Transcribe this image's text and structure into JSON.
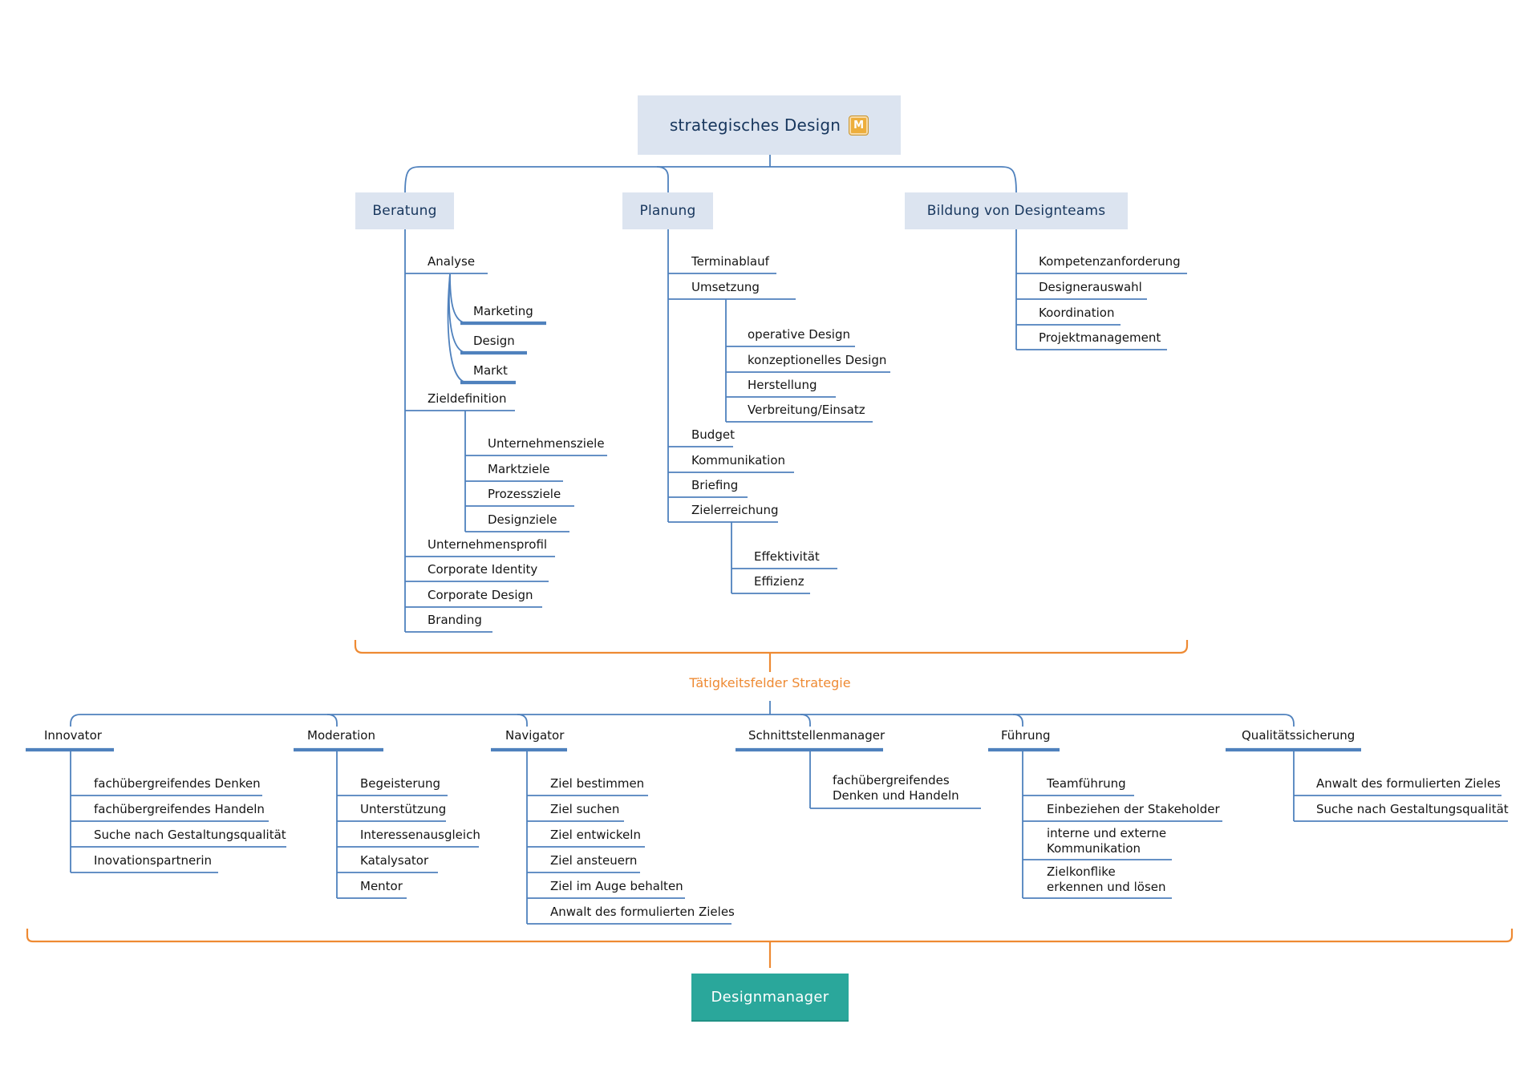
{
  "root": {
    "label": "strategisches Design",
    "badge": "M"
  },
  "top_branches": [
    {
      "label": "Beratung",
      "topics": [
        {
          "label": "Analyse",
          "children": [
            {
              "label": "Marketing"
            },
            {
              "label": "Design"
            },
            {
              "label": "Markt"
            }
          ]
        },
        {
          "label": "Zieldefinition",
          "children": [
            {
              "label": "Unternehmensziele"
            },
            {
              "label": "Marktziele"
            },
            {
              "label": "Prozessziele"
            },
            {
              "label": "Designziele"
            }
          ]
        },
        {
          "label": "Unternehmensprofil"
        },
        {
          "label": "Corporate Identity"
        },
        {
          "label": "Corporate Design"
        },
        {
          "label": "Branding"
        }
      ]
    },
    {
      "label": "Planung",
      "topics": [
        {
          "label": "Terminablauf"
        },
        {
          "label": "Umsetzung",
          "children": [
            {
              "label": "operative Design"
            },
            {
              "label": "konzeptionelles Design"
            },
            {
              "label": "Herstellung"
            },
            {
              "label": "Verbreitung/Einsatz"
            }
          ]
        },
        {
          "label": "Budget"
        },
        {
          "label": "Kommunikation"
        },
        {
          "label": "Briefing"
        },
        {
          "label": "Zielerreichung",
          "children": [
            {
              "label": "Effektivität"
            },
            {
              "label": "Effizienz"
            }
          ]
        }
      ]
    },
    {
      "label": "Bildung von Designteams",
      "topics": [
        {
          "label": "Kompetenzanforderung"
        },
        {
          "label": "Designerauswahl"
        },
        {
          "label": "Koordination"
        },
        {
          "label": "Projektmanagement"
        }
      ]
    }
  ],
  "divider": {
    "label": "Tätigkeitsfelder Strategie"
  },
  "roles": [
    {
      "label": "Innovator",
      "items": [
        {
          "label": "fachübergreifendes Denken"
        },
        {
          "label": "fachübergreifendes Handeln"
        },
        {
          "label": "Suche nach Gestaltungsqualität"
        },
        {
          "label": "Inovationspartnerin"
        }
      ]
    },
    {
      "label": "Moderation",
      "items": [
        {
          "label": "Begeisterung"
        },
        {
          "label": "Unterstützung"
        },
        {
          "label": "Interessenausgleich"
        },
        {
          "label": "Katalysator"
        },
        {
          "label": "Mentor"
        }
      ]
    },
    {
      "label": "Navigator",
      "items": [
        {
          "label": "Ziel bestimmen"
        },
        {
          "label": "Ziel suchen"
        },
        {
          "label": "Ziel entwickeln"
        },
        {
          "label": "Ziel ansteuern"
        },
        {
          "label": "Ziel im Auge behalten"
        },
        {
          "label": "Anwalt des formulierten Zieles"
        }
      ]
    },
    {
      "label": "Schnittstellenmanager",
      "items": [
        {
          "label": "fachübergreifendes\nDenken und Handeln"
        }
      ]
    },
    {
      "label": "Führung",
      "items": [
        {
          "label": "Teamführung"
        },
        {
          "label": "Einbeziehen der Stakeholder"
        },
        {
          "label": "interne und externe\nKommunikation"
        },
        {
          "label": "Zielkonflike\nerkennen und lösen"
        }
      ]
    },
    {
      "label": "Qualitätssicherung",
      "items": [
        {
          "label": "Anwalt des formulierten Zieles"
        },
        {
          "label": "Suche nach Gestaltungsqualität"
        }
      ]
    }
  ],
  "footer": {
    "label": "Designmanager"
  },
  "colors": {
    "line_blue": "#4f81bd",
    "accent_orange": "#ee8a33",
    "node_fill": "#dce4f0",
    "node_text": "#17365d",
    "footer_fill": "#2aa79b",
    "badge_gold": "#edae3c"
  }
}
